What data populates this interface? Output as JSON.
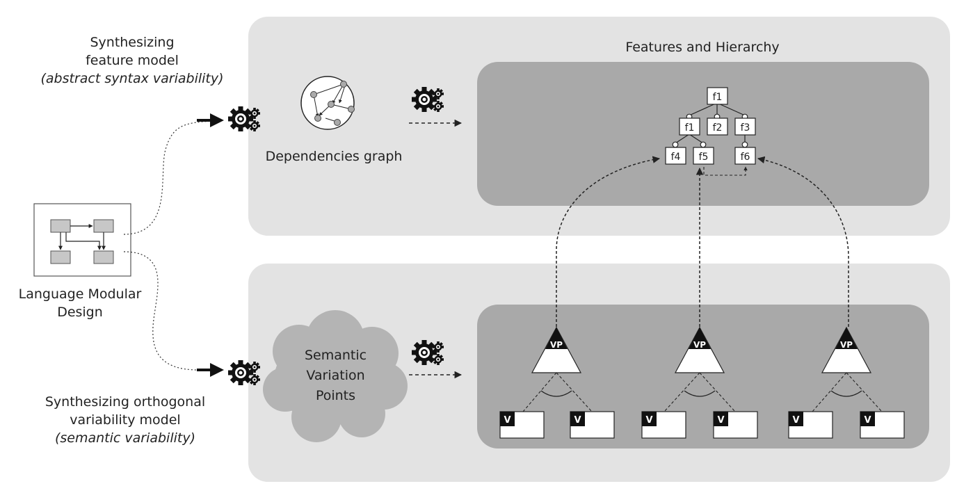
{
  "left_column": {
    "feature_synthesis_line1": "Synthesizing",
    "feature_synthesis_line2": "feature model",
    "feature_synthesis_line3": "(abstract syntax variability)",
    "language_design_line1": "Language Modular",
    "language_design_line2": "Design",
    "ovm_synthesis_line1": "Synthesizing orthogonal",
    "ovm_synthesis_line2": "variability model",
    "ovm_synthesis_line3": "(semantic variability)"
  },
  "top_panel": {
    "dependencies_graph_label": "Dependencies graph",
    "features_title": "Features and Hierarchy",
    "features": {
      "root": "f1",
      "child_1": "f1",
      "child_2": "f2",
      "child_3": "f3",
      "grandchild_1": "f4",
      "grandchild_2": "f5",
      "grandchild_3": "f6"
    }
  },
  "bottom_panel": {
    "cloud_line1": "Semantic",
    "cloud_line2": "Variation",
    "cloud_line3": "Points",
    "vp_label": "VP",
    "variant_label": "V"
  },
  "colors": {
    "outer_panel": "#e3e3e3",
    "inner_panel": "#a9a9a9",
    "cloud": "#b4b4b4",
    "line": "#222222"
  }
}
